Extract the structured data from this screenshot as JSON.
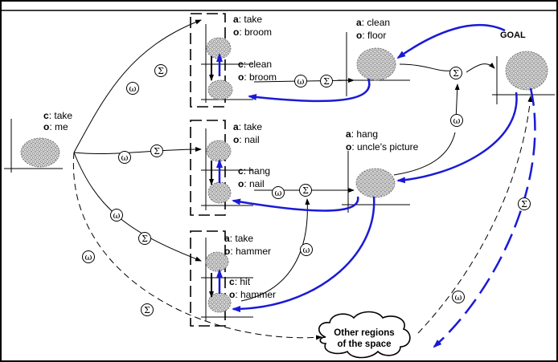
{
  "goal": {
    "label": "GOAL"
  },
  "origin": {
    "c_key": "c",
    "c_value": ": take",
    "o_key": "o",
    "o_value": ": me"
  },
  "nodes": {
    "a_take_broom": {
      "k1": "a",
      "v1": ": take",
      "k2": "o",
      "v2": ": broom"
    },
    "c_clean_broom": {
      "k1": "c",
      "v1": ": clean",
      "k2": "o",
      "v2": ": broom"
    },
    "a_clean_floor": {
      "k1": "a",
      "v1": ": clean",
      "k2": "o",
      "v2": ": floor"
    },
    "a_take_nail": {
      "k1": "a",
      "v1": ": take",
      "k2": "o",
      "v2": ": nail"
    },
    "c_hang_nail": {
      "k1": "c",
      "v1": ": hang",
      "k2": "o",
      "v2": ": nail"
    },
    "a_hang_picture": {
      "k1": "a",
      "v1": ": hang",
      "k2": "o",
      "v2": ": uncle's picture"
    },
    "a_take_hammer": {
      "k1": "a",
      "v1": ": take",
      "k2": "o",
      "v2": ": hammer"
    },
    "c_hit_hammer": {
      "k1": "c",
      "v1": ": hit",
      "k2": "o",
      "v2": ": hammer"
    }
  },
  "cloud": {
    "line1": "Other regions",
    "line2": "of the space"
  },
  "symbols": {
    "omega": "ω",
    "sigma": "Σ"
  },
  "colors": {
    "feedback": "#1a1ad6",
    "line": "#000000",
    "blob": "#c8c8c8"
  }
}
